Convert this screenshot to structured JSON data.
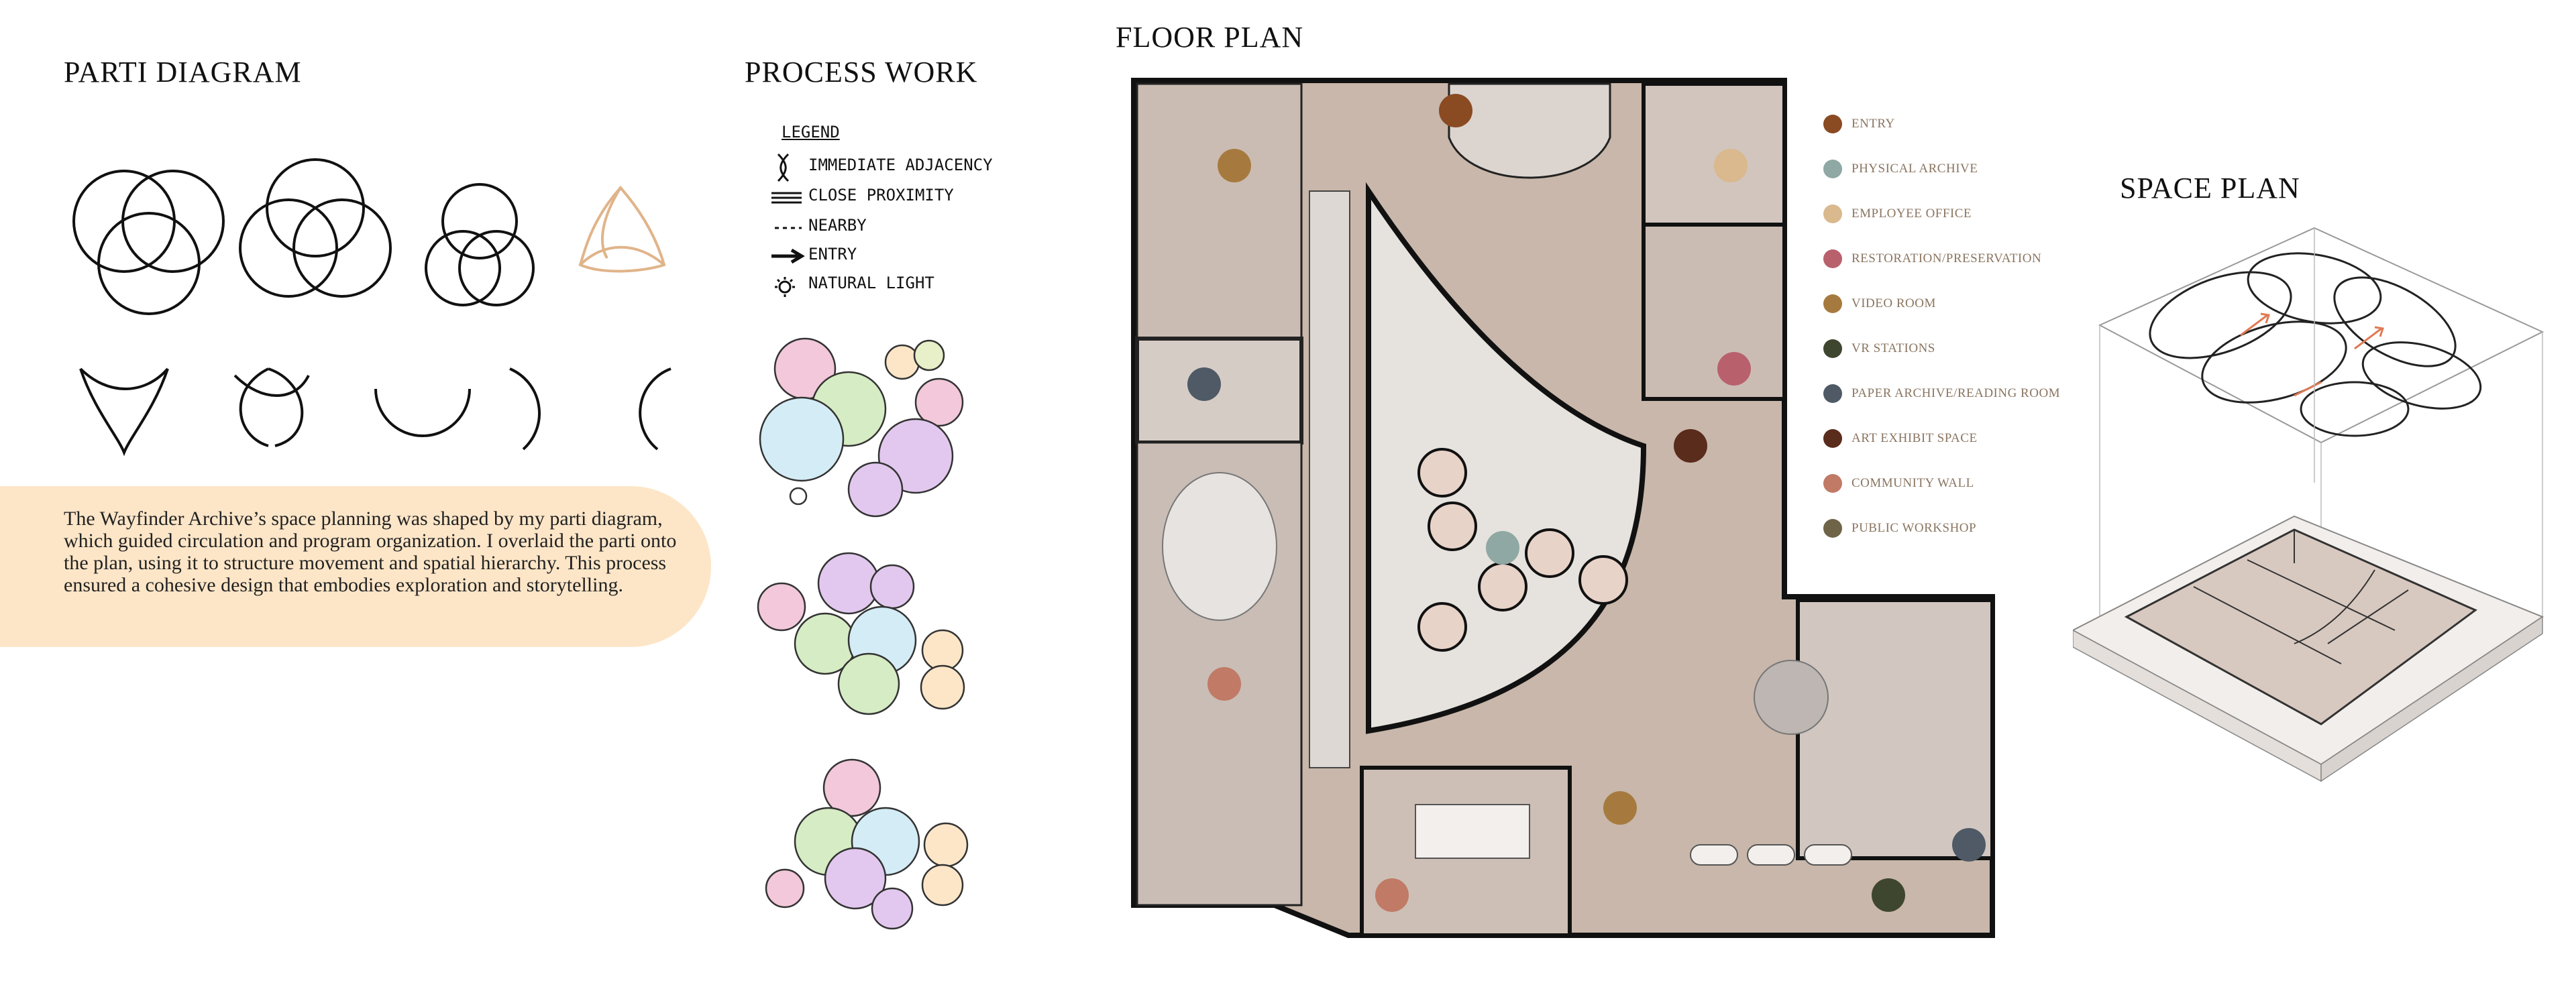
{
  "sections": {
    "parti_title": "PARTI DIAGRAM",
    "process_title": "PROCESS WORK",
    "floor_title": "FLOOR PLAN",
    "space_title": "SPACE PLAN"
  },
  "description": "The Wayfinder Archive’s space planning was shaped by my parti diagram, which guided circulation and program organization. I overlaid the parti onto the plan, using it to structure movement and spatial hierarchy. This process ensured a cohesive design that embodies exploration and storytelling.",
  "process_legend": {
    "title": "LEGEND",
    "items": [
      "IMMEDIATE ADJACENCY",
      "CLOSE PROXIMITY",
      "NEARBY",
      "ENTRY",
      "NATURAL LIGHT"
    ]
  },
  "floor_legend": [
    {
      "label": "ENTRY",
      "color": "#8a4a22"
    },
    {
      "label": "PHYSICAL ARCHIVE",
      "color": "#8fa8a3"
    },
    {
      "label": "EMPLOYEE OFFICE",
      "color": "#d9b98d"
    },
    {
      "label": "RESTORATION/PRESERVATION",
      "color": "#b9606d"
    },
    {
      "label": "VIDEO ROOM",
      "color": "#a67a3e"
    },
    {
      "label": "VR STATIONS",
      "color": "#3f4630"
    },
    {
      "label": "PAPER ARCHIVE/READING ROOM",
      "color": "#4f5a66"
    },
    {
      "label": "ART EXHIBIT SPACE",
      "color": "#5a2c1c"
    },
    {
      "label": "COMMUNITY WALL",
      "color": "#c07a66"
    },
    {
      "label": "PUBLIC WORKSHOP",
      "color": "#6f6448"
    }
  ],
  "colors": {
    "accent_peach": "#fde6c8",
    "parti_accent": "#e0b48a",
    "plan_floor": "#c8b7aa"
  }
}
